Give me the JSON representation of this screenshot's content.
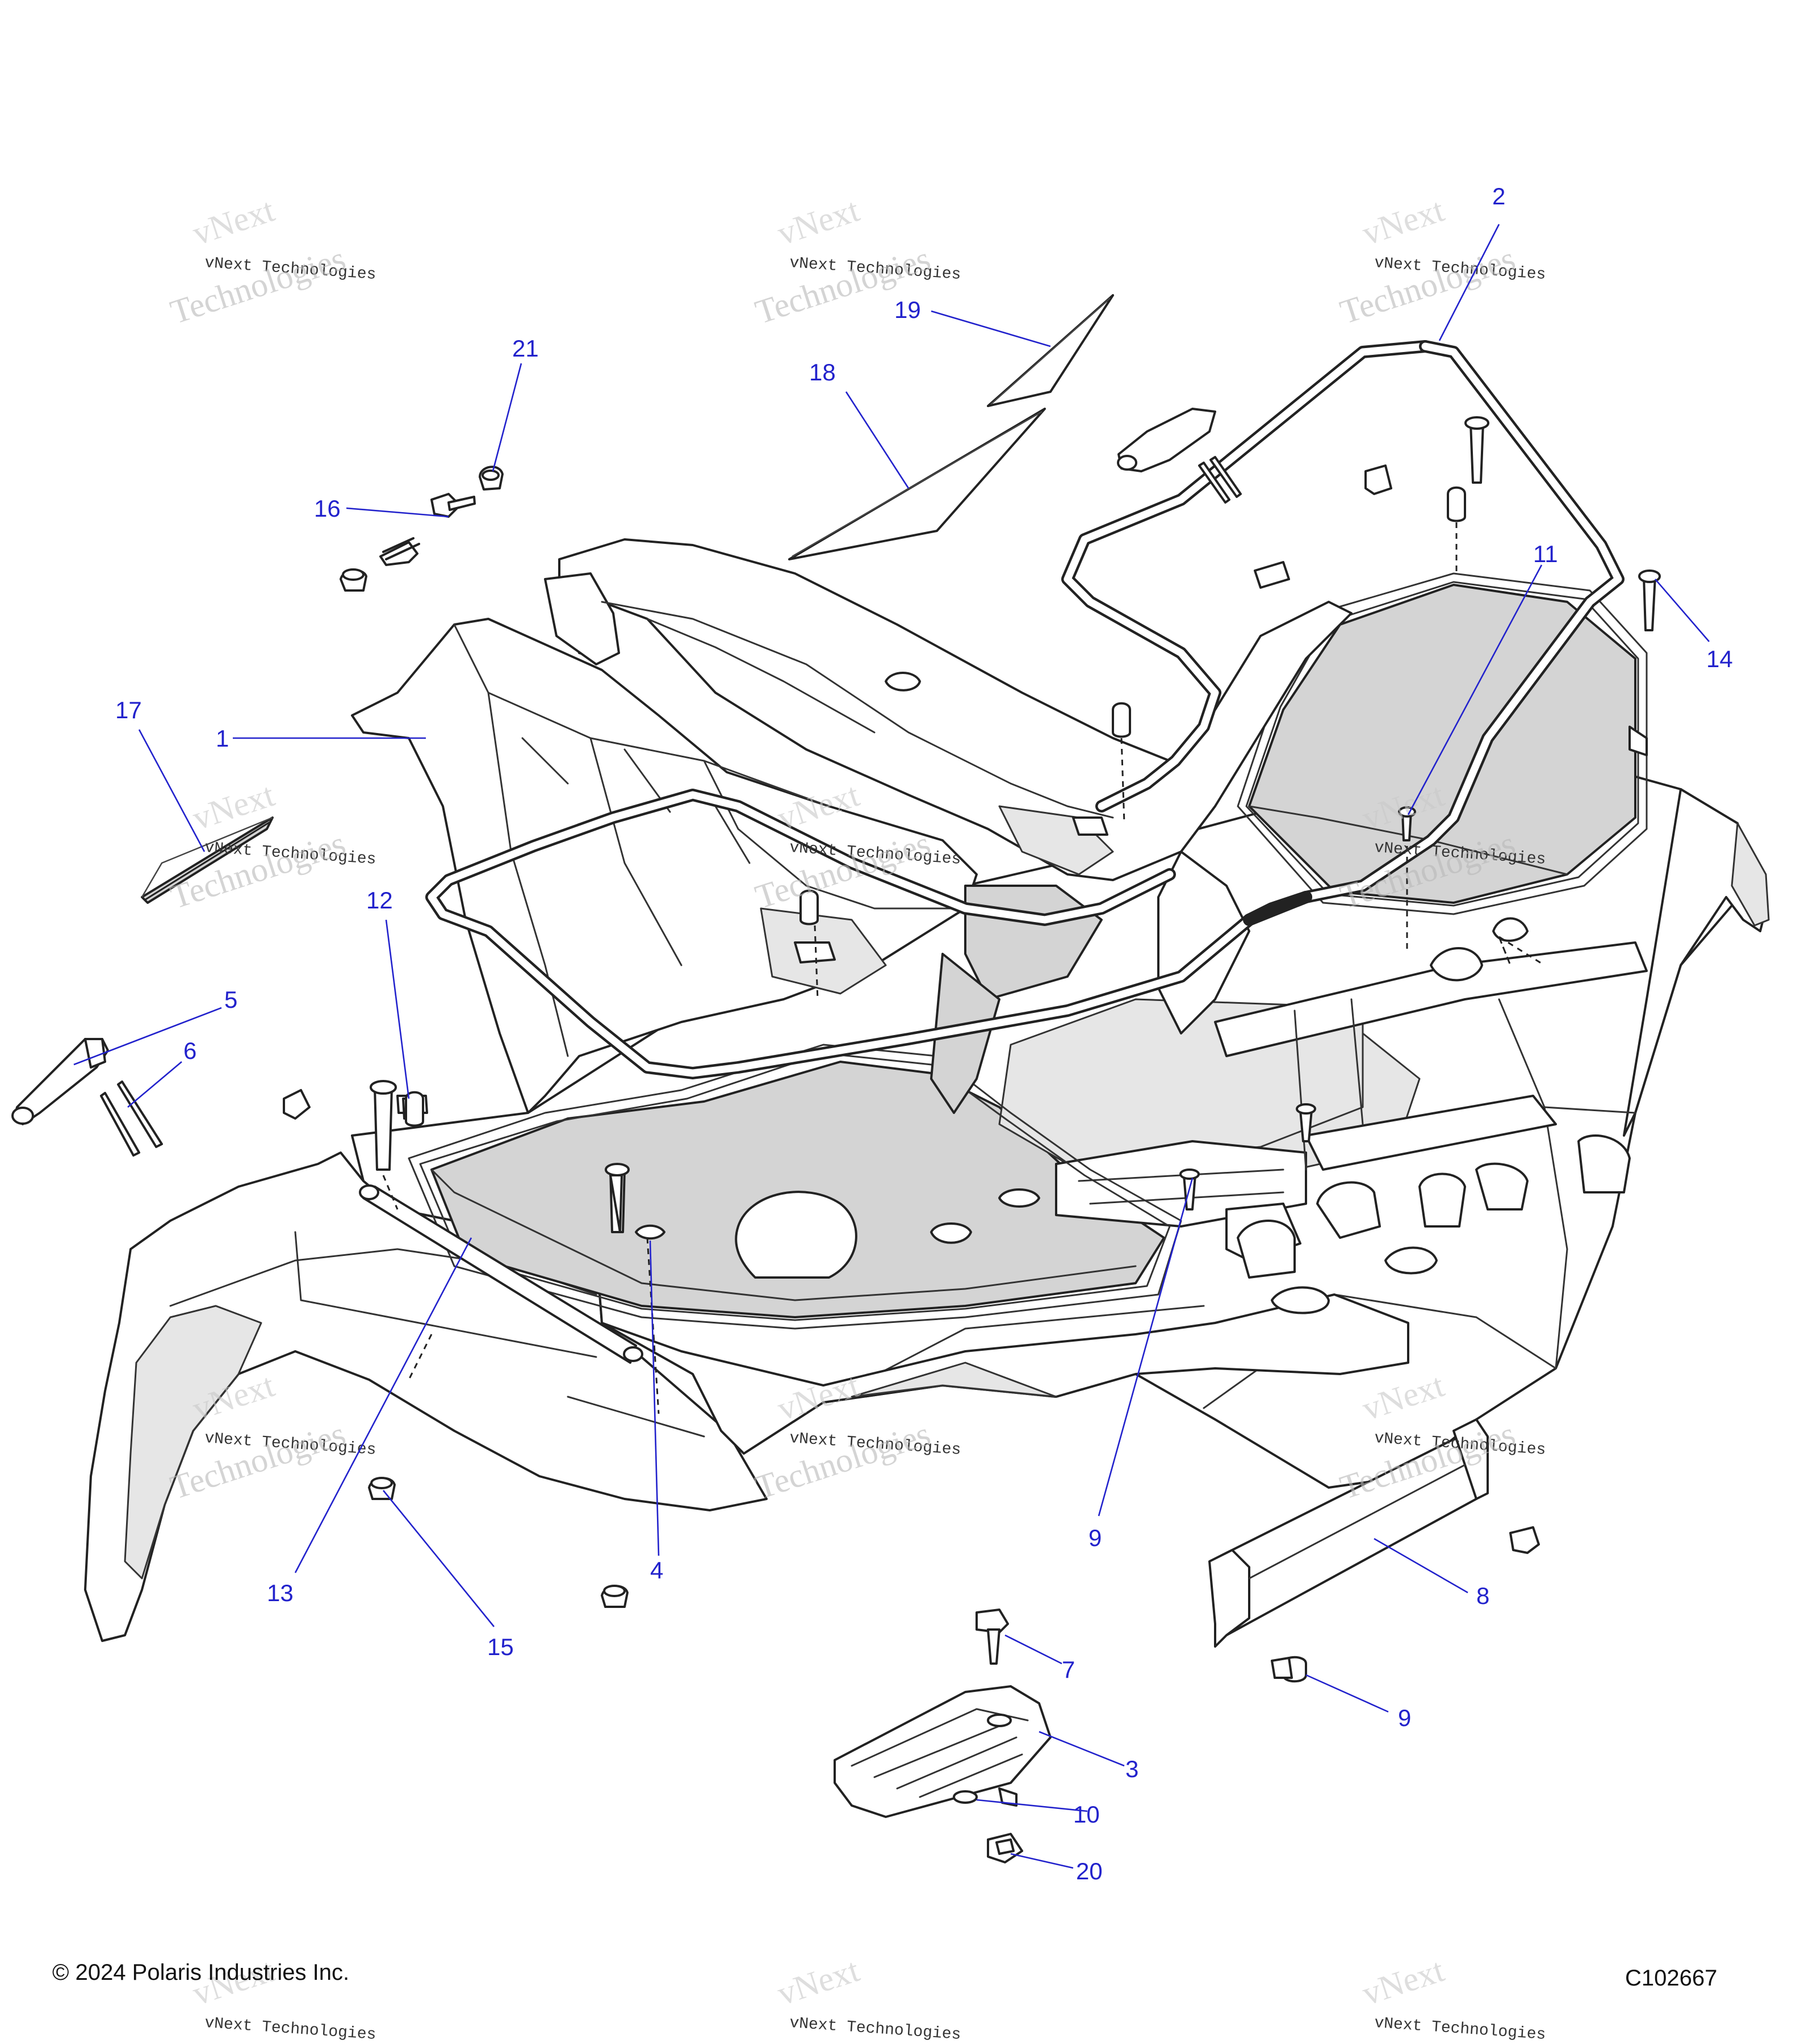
{
  "diagram": {
    "callouts": [
      {
        "id": "c1",
        "label": "1"
      },
      {
        "id": "c2",
        "label": "2"
      },
      {
        "id": "c3",
        "label": "3"
      },
      {
        "id": "c4",
        "label": "4"
      },
      {
        "id": "c5",
        "label": "5"
      },
      {
        "id": "c6",
        "label": "6"
      },
      {
        "id": "c7",
        "label": "7"
      },
      {
        "id": "c8",
        "label": "8"
      },
      {
        "id": "c9a",
        "label": "9"
      },
      {
        "id": "c9b",
        "label": "9"
      },
      {
        "id": "c10",
        "label": "10"
      },
      {
        "id": "c11",
        "label": "11"
      },
      {
        "id": "c12",
        "label": "12"
      },
      {
        "id": "c13",
        "label": "13"
      },
      {
        "id": "c14",
        "label": "14"
      },
      {
        "id": "c15",
        "label": "15"
      },
      {
        "id": "c16",
        "label": "16"
      },
      {
        "id": "c17",
        "label": "17"
      },
      {
        "id": "c18",
        "label": "18"
      },
      {
        "id": "c19",
        "label": "19"
      },
      {
        "id": "c20",
        "label": "20"
      },
      {
        "id": "c21",
        "label": "21"
      }
    ],
    "copyright": "© 2024 Polaris Industries Inc.",
    "figure_code": "C102667",
    "watermark": {
      "primary": "vNext",
      "secondary": "vNext Technologies",
      "tertiary": "Technologies"
    }
  }
}
